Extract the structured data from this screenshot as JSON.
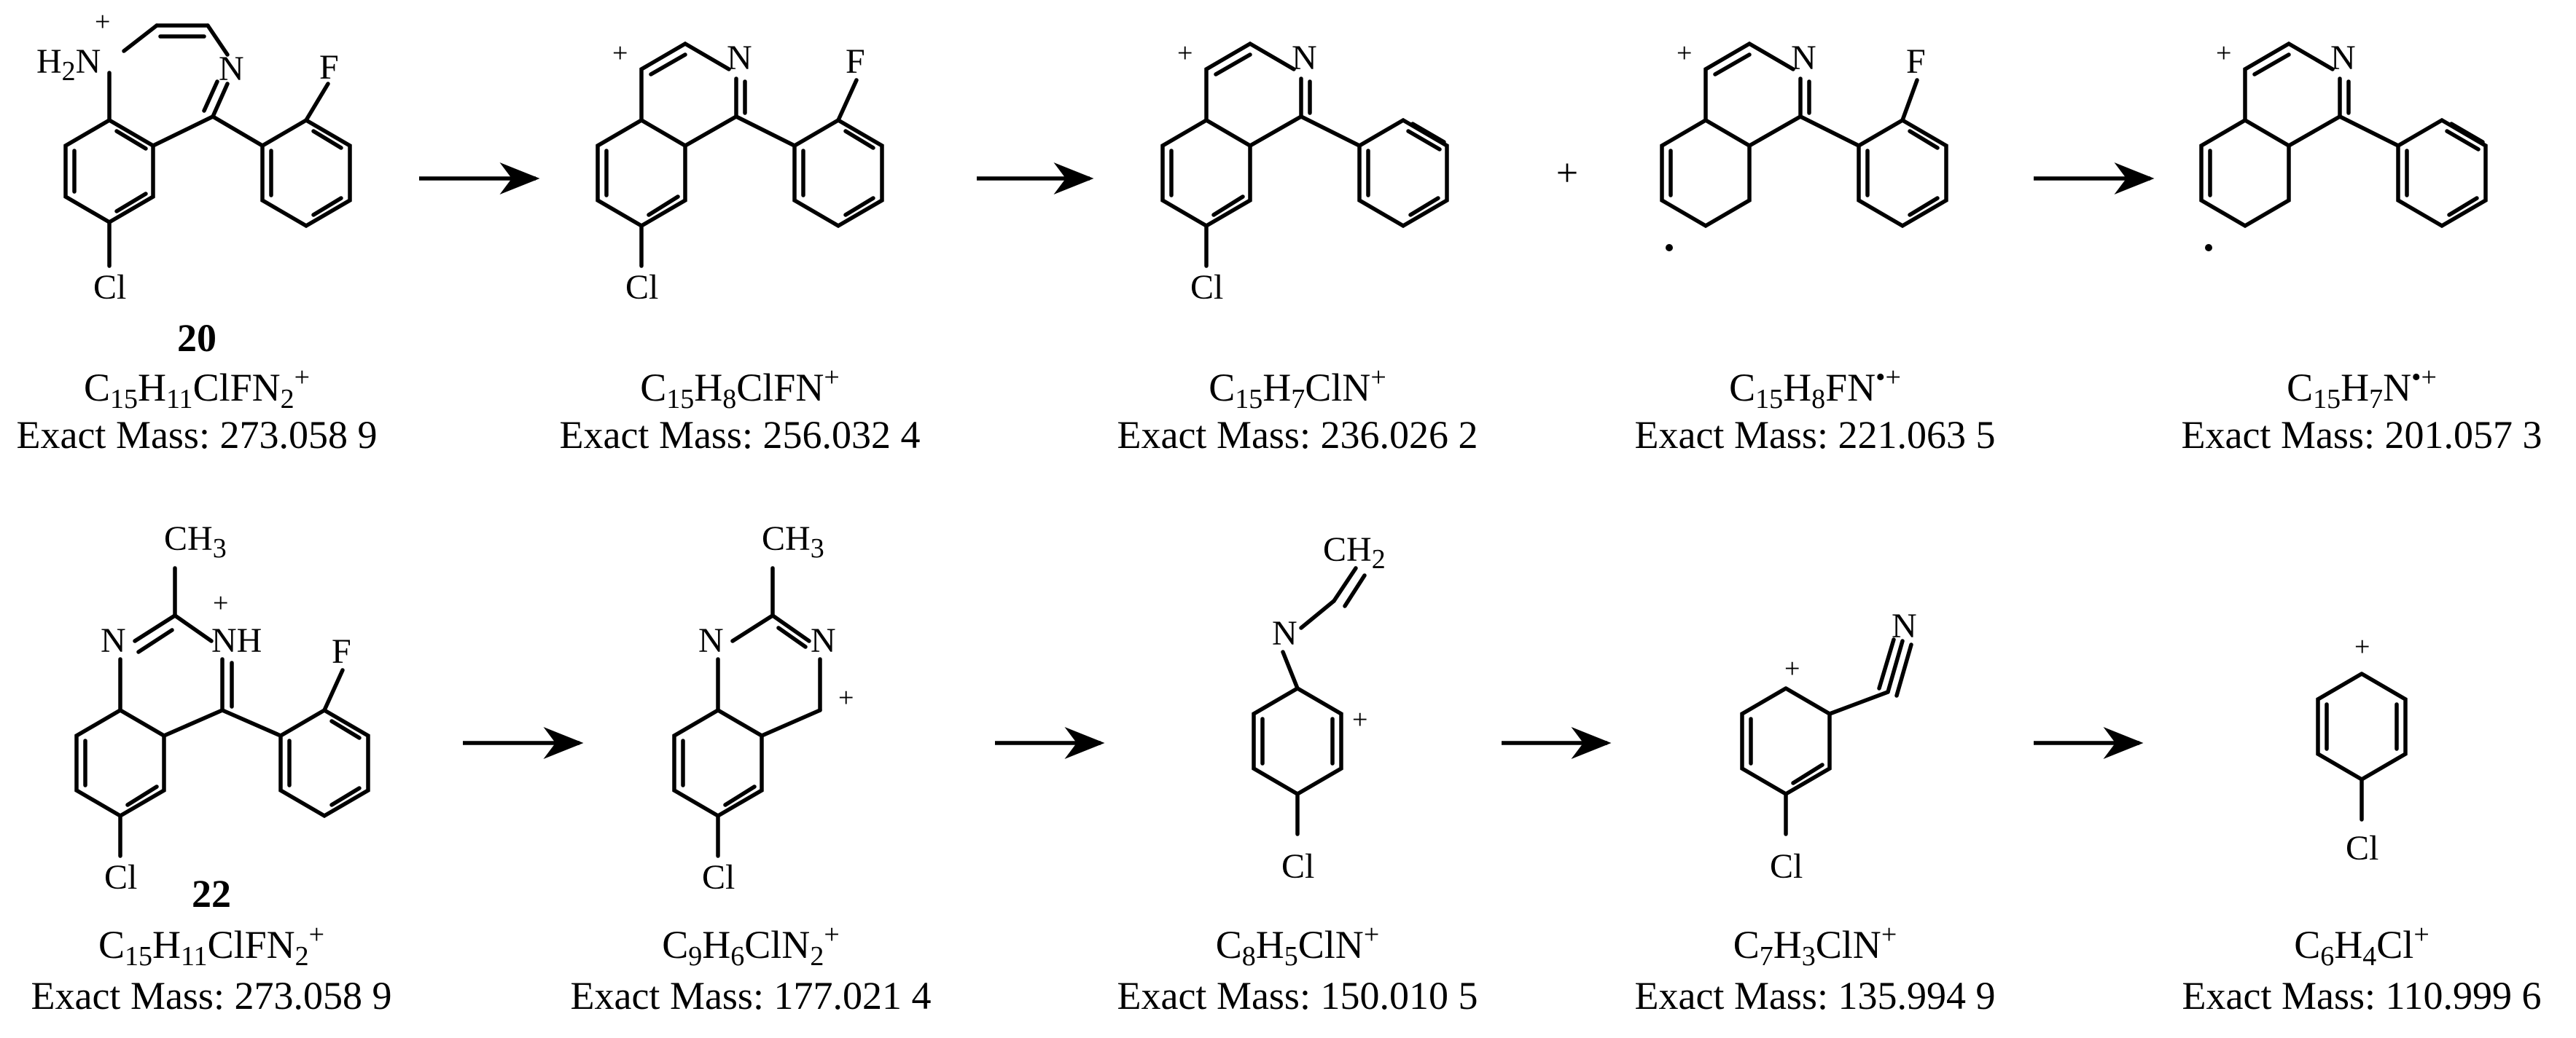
{
  "compounds": [
    {
      "id": "20",
      "formula": {
        "main": "C15H11ClFN2+"
      },
      "mass": "Exact Mass: 273.058 9"
    },
    {
      "id": "",
      "mass": "Exact Mass: 256.032 4"
    },
    {
      "id": "",
      "mass": "Exact Mass: 236.026 2"
    },
    {
      "id": "",
      "mass": "Exact Mass: 221.063 5"
    },
    {
      "id": "",
      "mass": "Exact Mass: 201.057 3"
    },
    {
      "id": "22",
      "mass": "Exact Mass: 273.058 9"
    },
    {
      "id": "",
      "mass": "Exact Mass: 177.021 4"
    },
    {
      "id": "",
      "mass": "Exact Mass: 150.010 5"
    },
    {
      "id": "",
      "mass": "Exact Mass: 135.994 9"
    },
    {
      "id": "",
      "mass": "Exact Mass: 110.999 6"
    }
  ],
  "plus_sign": "+",
  "atoms": {
    "N": "N",
    "F": "F",
    "Cl": "Cl",
    "H2N": "H",
    "NH": "NH",
    "CH3": "CH",
    "CH2": "CH",
    "two": "2",
    "three": "3",
    "plus": "+"
  }
}
